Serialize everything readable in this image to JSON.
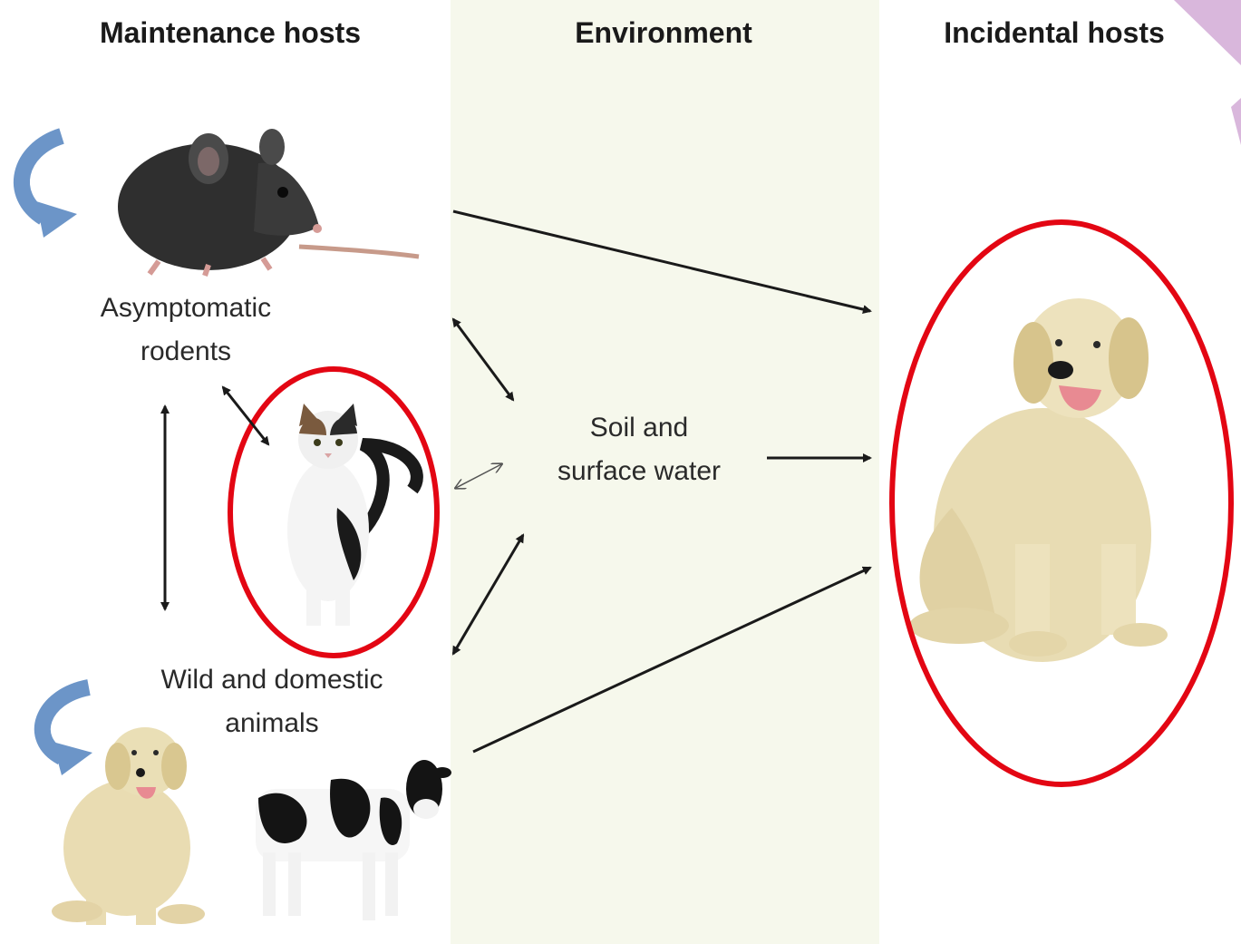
{
  "headings": {
    "maintenance": "Maintenance hosts",
    "environment": "Environment",
    "incidental": "Incidental hosts"
  },
  "labels": {
    "rodents_line1": "Asymptomatic",
    "rodents_line2": "rodents",
    "animals_line1": "Wild and domestic",
    "animals_line2": "animals",
    "soil_line1": "Soil and",
    "soil_line2": "surface water"
  },
  "animals": {
    "rodent": "rat",
    "cat": "calico cat",
    "dog_small": "labrador dog",
    "cow": "holstein cow",
    "dog_large": "labrador dog"
  },
  "colors": {
    "highlight_circle": "#e30613",
    "cycle_arrow": "#6c95c8",
    "arrow": "#1a1a1a",
    "environment_band": "#f6f8ec",
    "corner_accent": "#d9b7dc"
  }
}
